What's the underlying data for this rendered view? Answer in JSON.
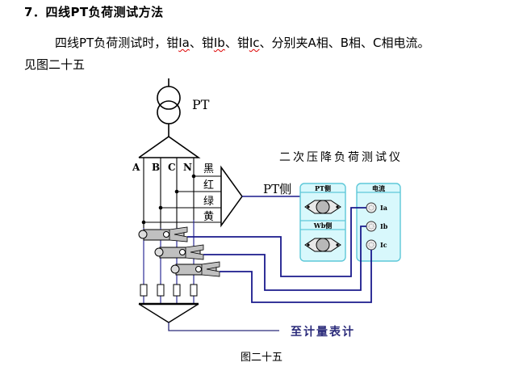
{
  "section": {
    "number": "7．",
    "title": "四线PT负荷测试方法"
  },
  "paragraph": {
    "part1": "四线PT负荷测试时，钳",
    "clamp_a": "Ia",
    "sep1": "、钳",
    "clamp_b": "Ib",
    "sep2": "、钳",
    "clamp_c": "Ic",
    "part2": "、分别夹A相、B相、C相电流。",
    "line2": "见图二十五"
  },
  "diagram": {
    "pt_label": "PT",
    "phase_labels": [
      "A",
      "B",
      "C",
      "N"
    ],
    "wire_colors": [
      "黑",
      "红",
      "绿",
      "黄"
    ],
    "pt_side_label": "PT侧",
    "instrument_title": "二次压降负荷测试仪",
    "pt_panel": {
      "top_header": "PT侧",
      "bottom_header": "Wb侧"
    },
    "current_panel": {
      "header": "电流",
      "ports": [
        "Ia",
        "Ib",
        "Ic"
      ]
    },
    "meter_label": "至计量表计",
    "colors": {
      "wire_blue": "#1a1a8c",
      "panel_fill": "#d8f8fc",
      "panel_border": "#5ec8d8",
      "clamp_gray": "#c0c0c0",
      "meter_text": "#2a2a7a"
    }
  },
  "caption": "图二十五"
}
